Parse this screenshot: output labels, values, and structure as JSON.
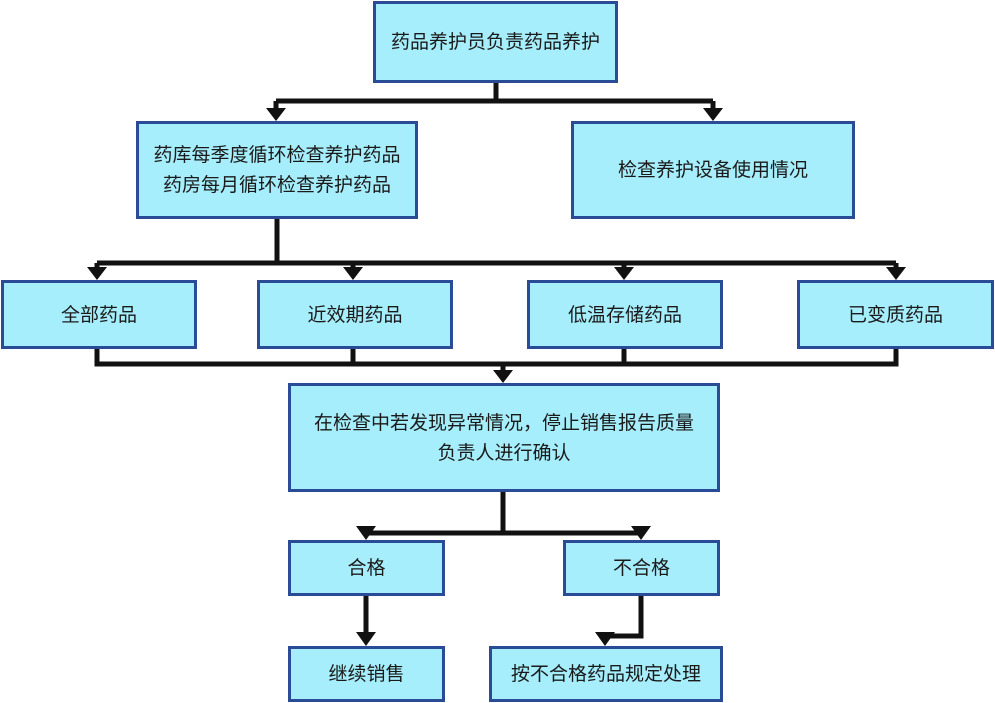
{
  "nodes": {
    "root": "药品养护员负责药品养护",
    "cycle_check": "药库每季度循环检查养护药品\n药房每月循环检查养护药品",
    "equipment_check": "检查养护设备使用情况",
    "all_drugs": "全部药品",
    "near_expiry": "近效期药品",
    "cold_storage": "低温存储药品",
    "deteriorated": "已变质药品",
    "abnormal": "在检查中若发现异常情况，停止销售报告质量\n负责人进行确认",
    "qualified": "合格",
    "unqualified": "不合格",
    "continue_sale": "继续销售",
    "handle_unqualified": "按不合格药品规定处理"
  },
  "colors": {
    "node_fill": "#a6eefb",
    "node_border": "#2a4b96",
    "connector": "#111111"
  }
}
